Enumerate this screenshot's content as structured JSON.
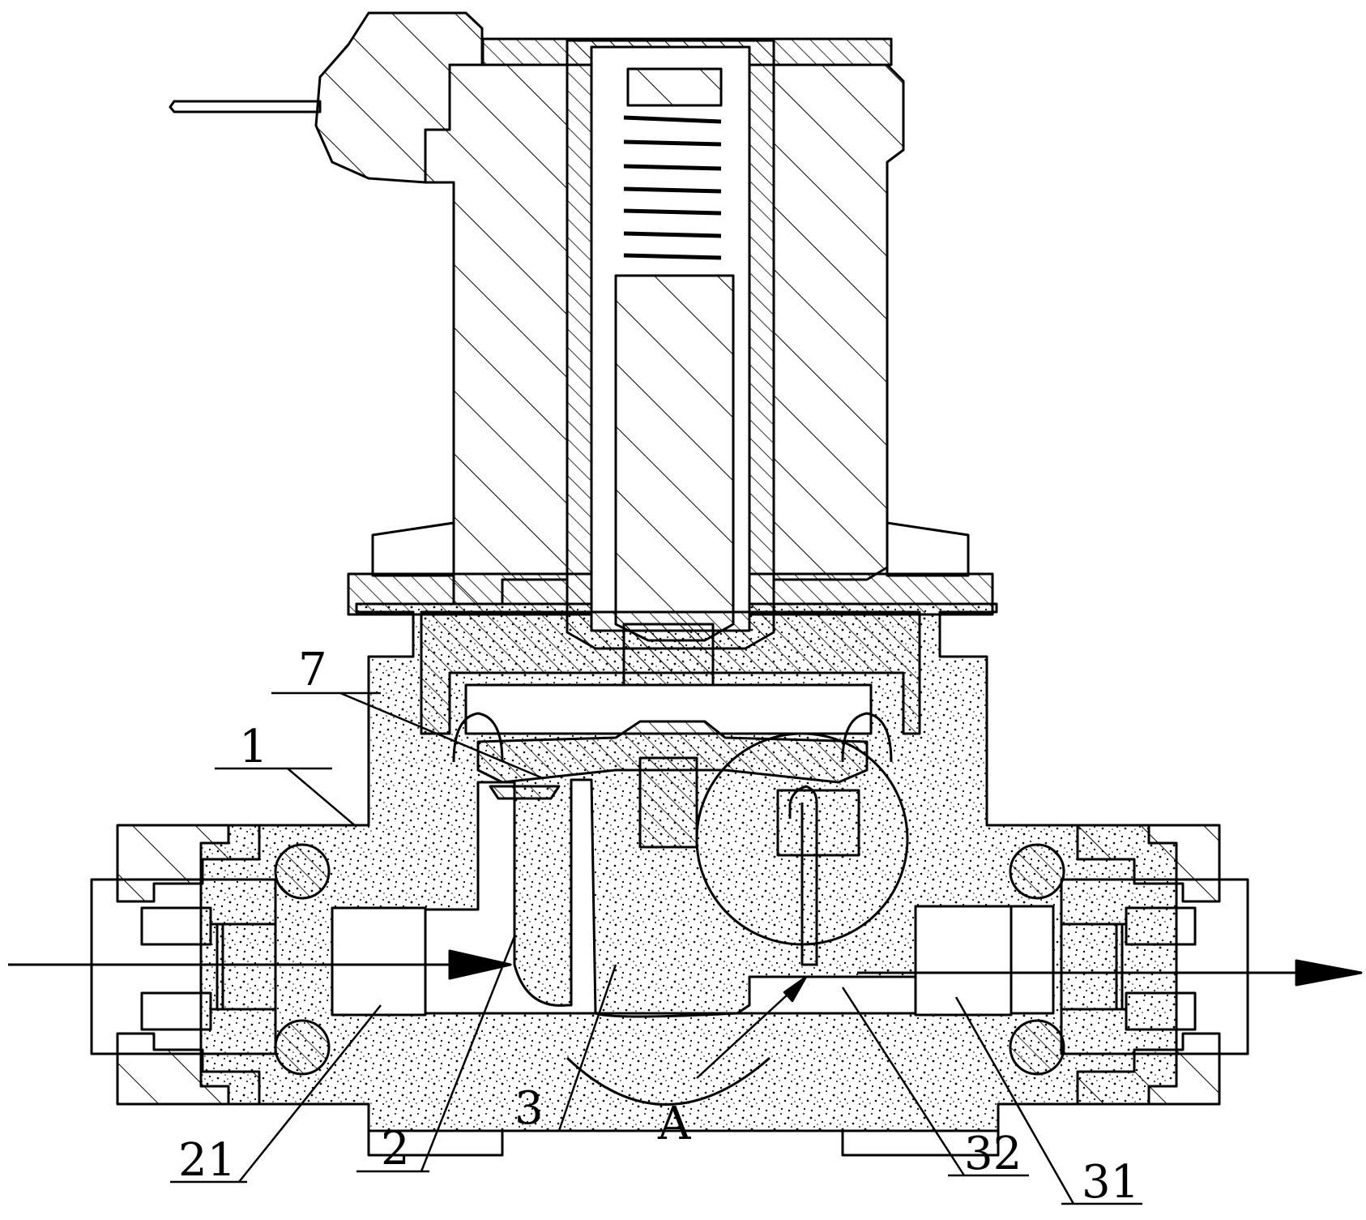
{
  "labels": {
    "label_7": "7",
    "label_1": "1",
    "label_21": "21",
    "label_2": "2",
    "label_3": "3",
    "label_A": "A",
    "label_32": "32",
    "label_31": "31"
  },
  "colors": {
    "line": "#000000",
    "background": "#ffffff",
    "fill_speckle": "#000000"
  }
}
